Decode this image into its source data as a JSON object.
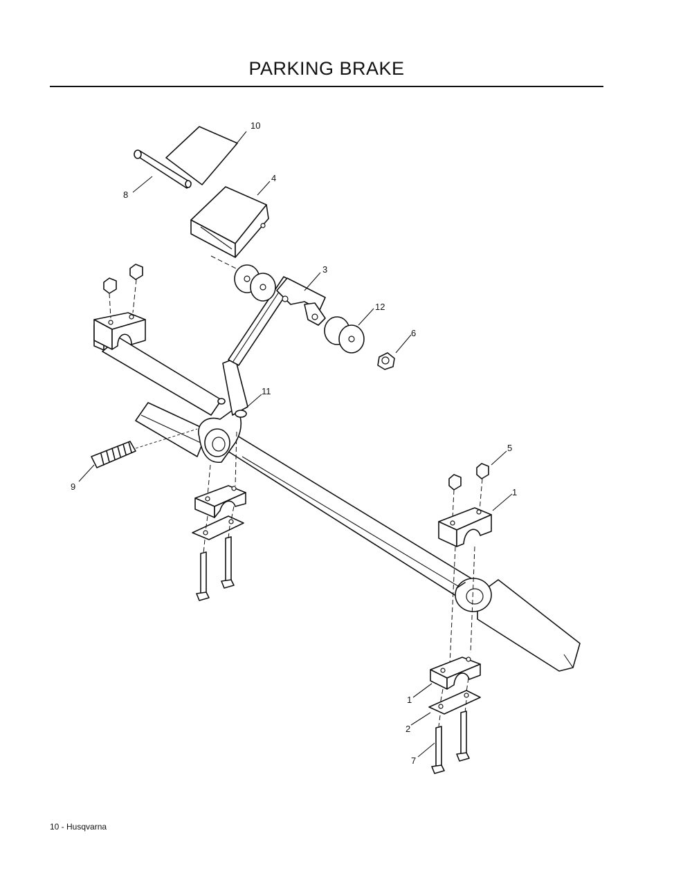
{
  "title": "PARKING BRAKE",
  "footer": "10 - Husqvarna",
  "callouts": {
    "c1a": "1",
    "c1b": "1",
    "c2": "2",
    "c3": "3",
    "c4": "4",
    "c5": "5",
    "c6": "6",
    "c7": "7",
    "c8": "8",
    "c9": "9",
    "c10": "10",
    "c11": "11",
    "c12": "12"
  }
}
